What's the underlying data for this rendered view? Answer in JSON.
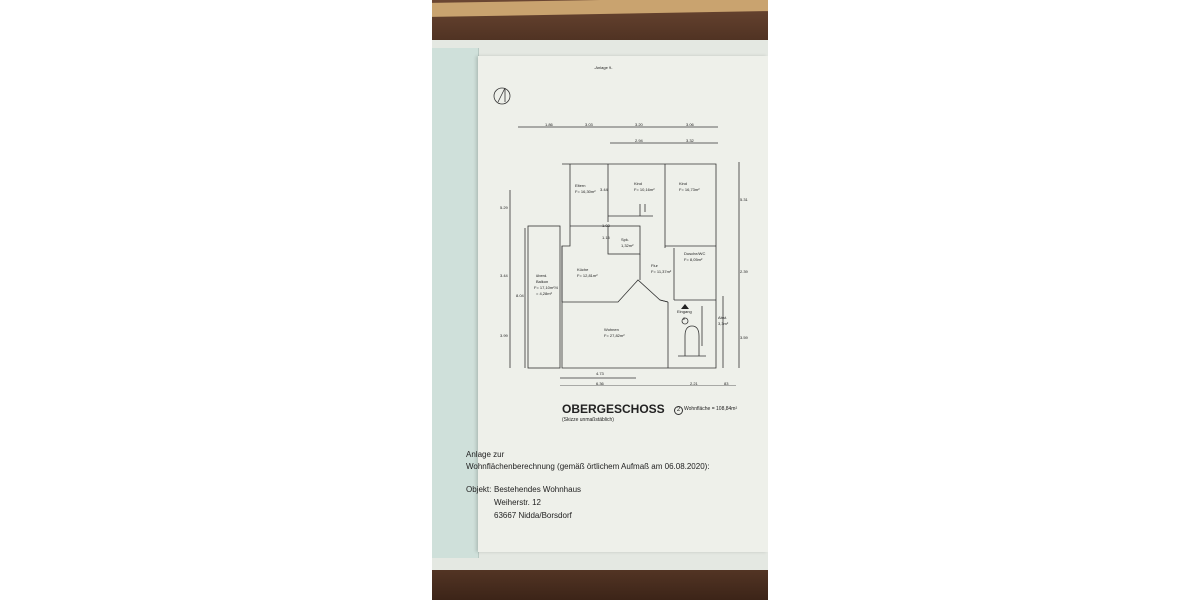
{
  "header_note": "-Anlage 9-",
  "dims_top_row1": [
    "1.86",
    "3.03",
    "3.20",
    "3.06"
  ],
  "dims_top_row2": [
    "2.94",
    "3.32"
  ],
  "dims_left": [
    "5.29",
    "3.44",
    "8.04",
    "3.99"
  ],
  "dims_right": [
    "5.31",
    "2.39",
    "3.59"
  ],
  "dims_inner": [
    "3.44",
    "1.15",
    "1.03"
  ],
  "dims_bottom_row1": [
    "4.73"
  ],
  "dims_bottom_row2": [
    "6.36",
    "2.21",
    "83"
  ],
  "rooms": [
    {
      "name": "Eltern",
      "area": "F= 16,30m²"
    },
    {
      "name": "Kind",
      "area": "F= 10,16m²"
    },
    {
      "name": "Kind",
      "area": "F= 16,73m²"
    },
    {
      "name": "Spk.",
      "area": "1,32m²"
    },
    {
      "name": "Dusche/WC",
      "area": "F= 8,05m²"
    },
    {
      "name": "Küche",
      "area": "F= 12,81m²"
    },
    {
      "name": "Flur",
      "area": "F= 11,37m²"
    },
    {
      "name": "Wohnen",
      "area": "F= 27,82m²"
    },
    {
      "name": "Abst.",
      "area": "3,3m²"
    }
  ],
  "balcony": [
    "überd.",
    "Balkon",
    "F= 17,10m²/4",
    "= 4,28m²"
  ],
  "entrance_label": "Eingang",
  "entrance_number": "2",
  "floor_title": "OBERGESCHOSS",
  "floor_number": "2",
  "floor_area": "Wohnfläche = 108,84m²",
  "floor_subtitle": "(Skizze unmaßstäblich)",
  "annex_line1": "Anlage zur",
  "annex_line2": "Wohnflächenberechnung (gemäß örtlichem Aufmaß am 06.08.2020):",
  "object_label": "Objekt:",
  "object_line1": "Bestehendes Wohnhaus",
  "object_line2": "Weiherstr. 12",
  "object_line3": "63667 Nidda/Borsdorf"
}
